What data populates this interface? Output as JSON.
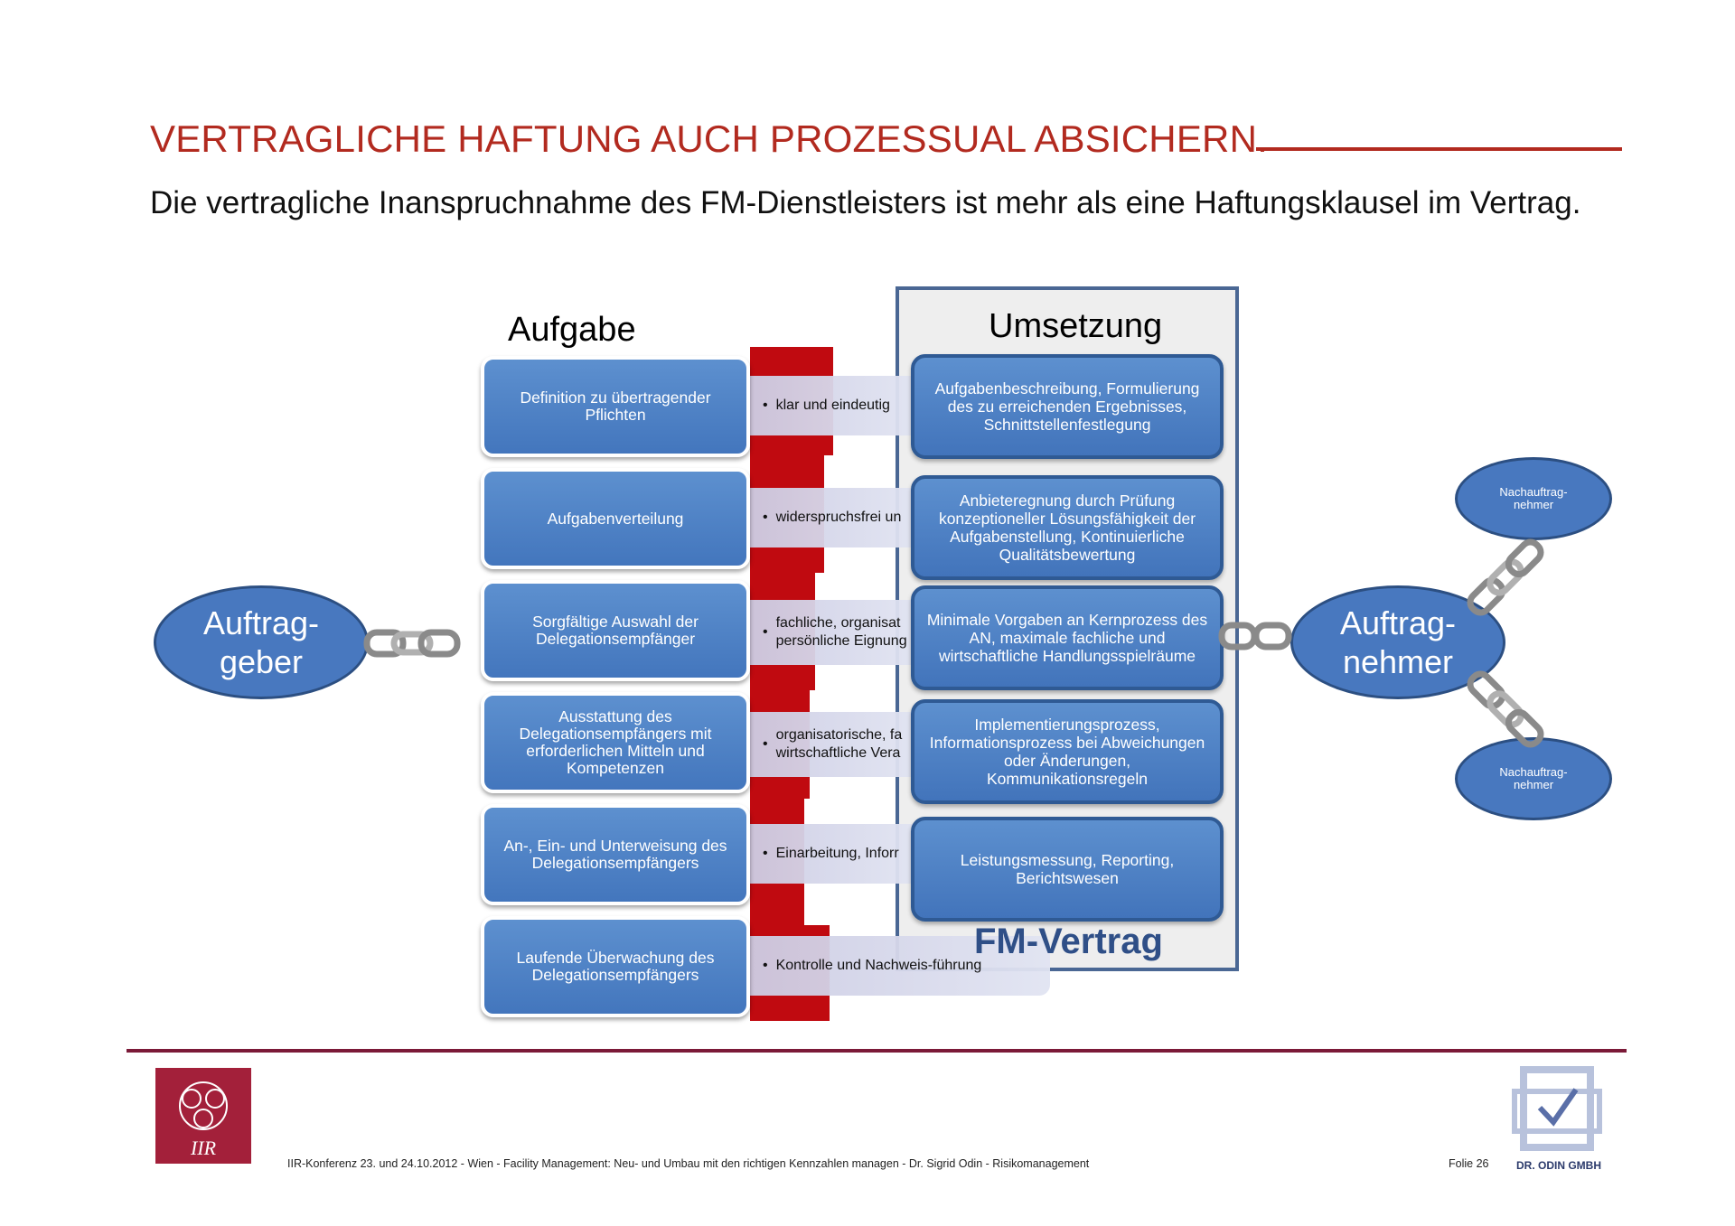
{
  "header": {
    "title": "VERTRAGLICHE HAFTUNG AUCH PROZESSUAL ABSICHERN.",
    "subtitle": "Die vertragliche Inanspruchnahme des FM-Dienstleisters ist mehr als eine Haftungsklausel im Vertrag."
  },
  "diagram": {
    "aufgabe_heading": "Aufgabe",
    "umsetzung_heading": "Umsetzung",
    "fm_vertrag_label": "FM-Vertrag",
    "auftraggeber": "Auftrag-\ngeber",
    "auftragnehmer": "Auftrag-\nnehmer",
    "nachauftragnehmer_top": "Nachauftrag-\nnehmer",
    "nachauftragnehmer_bottom": "Nachauftrag-\nnehmer",
    "tasks": [
      "Definition zu übertragender Pflichten",
      "Aufgabenverteilung",
      "Sorgfältige Auswahl der Delegationsempfänger",
      "Ausstattung des Delegationsempfängers mit erforderlichen Mitteln und Kompetenzen",
      "An-, Ein- und Unterweisung des Delegationsempfängers",
      "Laufende Überwachung des Delegationsempfängers"
    ],
    "bullets": [
      "klar und eindeutig",
      "widerspruchsfrei un",
      "fachliche, organisat\npersönliche Eignung",
      "organisatorische, fa\nwirtschaftliche Vera",
      "Einarbeitung, Inforr",
      "Kontrolle und Nachweis-führung"
    ],
    "implementations": [
      "Aufgabenbeschreibung, Formulierung des zu erreichenden Ergebnisses, Schnittstellenfestlegung",
      "Anbieteregnung durch Prüfung konzeptioneller Lösungsfähigkeit der Aufgabenstellung, Kontinuierliche Qualitätsbewertung",
      "Minimale Vorgaben an Kernprozess des AN, maximale fachliche und wirtschaftliche Handlungsspielräume",
      "Implementierungsprozess, Informationsprozess bei Abweichungen oder Änderungen, Kommunikationsregeln",
      "Leistungsmessung, Reporting, Berichtswesen"
    ]
  },
  "footer": {
    "text": "IIR-Konferenz 23. und 24.10.2012 - Wien  - Facility Management: Neu- und Umbau mit den richtigen Kennzahlen managen - Dr. Sigrid Odin  - Risikomanagement",
    "folie": "Folie 26",
    "odin": "DR. ODIN GMBH",
    "iir_logo_text": "IIR"
  }
}
